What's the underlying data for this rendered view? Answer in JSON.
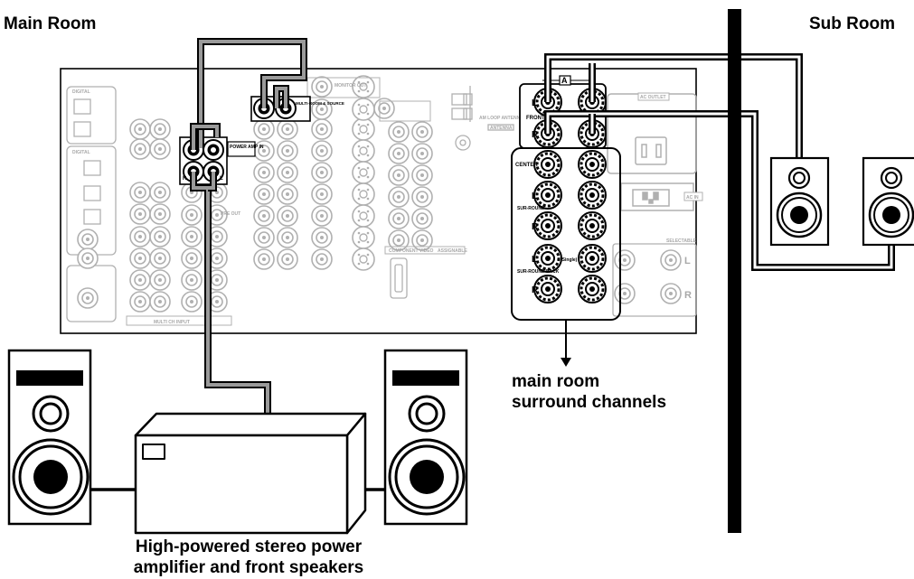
{
  "labels": {
    "main_room": "Main Room",
    "sub_room": "Sub Room",
    "surround_line1": "main room",
    "surround_line2": "surround channels",
    "amp_line1": "High-powered stereo power",
    "amp_line2": "amplifier and  front speakers"
  },
  "panel_labels": {
    "multi_room": "MULTI-ROOM & SOURCE",
    "power_amp_in": "POWER AMP IN",
    "front": "FRONT",
    "center": "CENTER",
    "surround": "SUR-ROUND",
    "surround_back": "SUR-ROUND BACK",
    "single": "(Single)",
    "a": "A",
    "ac_outlet": "AC OUTLET",
    "ac_in": "AC IN",
    "selectable": "SELECTABLE",
    "monitor_out": "MONITOR OUT",
    "component_video": "COMPONENT VIDEO",
    "assignable": "ASSIGNABLE",
    "am_loop": "AM LOOP ANTENNA",
    "antenna": "ANTENNA",
    "digital": "DIGITAL",
    "pre_out": "PRE OUT",
    "multi_ch_input": "MULTI CH INPUT",
    "l": "L",
    "r": "R"
  },
  "colors": {
    "line": "#000000",
    "cable_fill": "#9a9a9a",
    "panel_line": "#b0b0b0",
    "panel_text": "#a8a8a8"
  }
}
